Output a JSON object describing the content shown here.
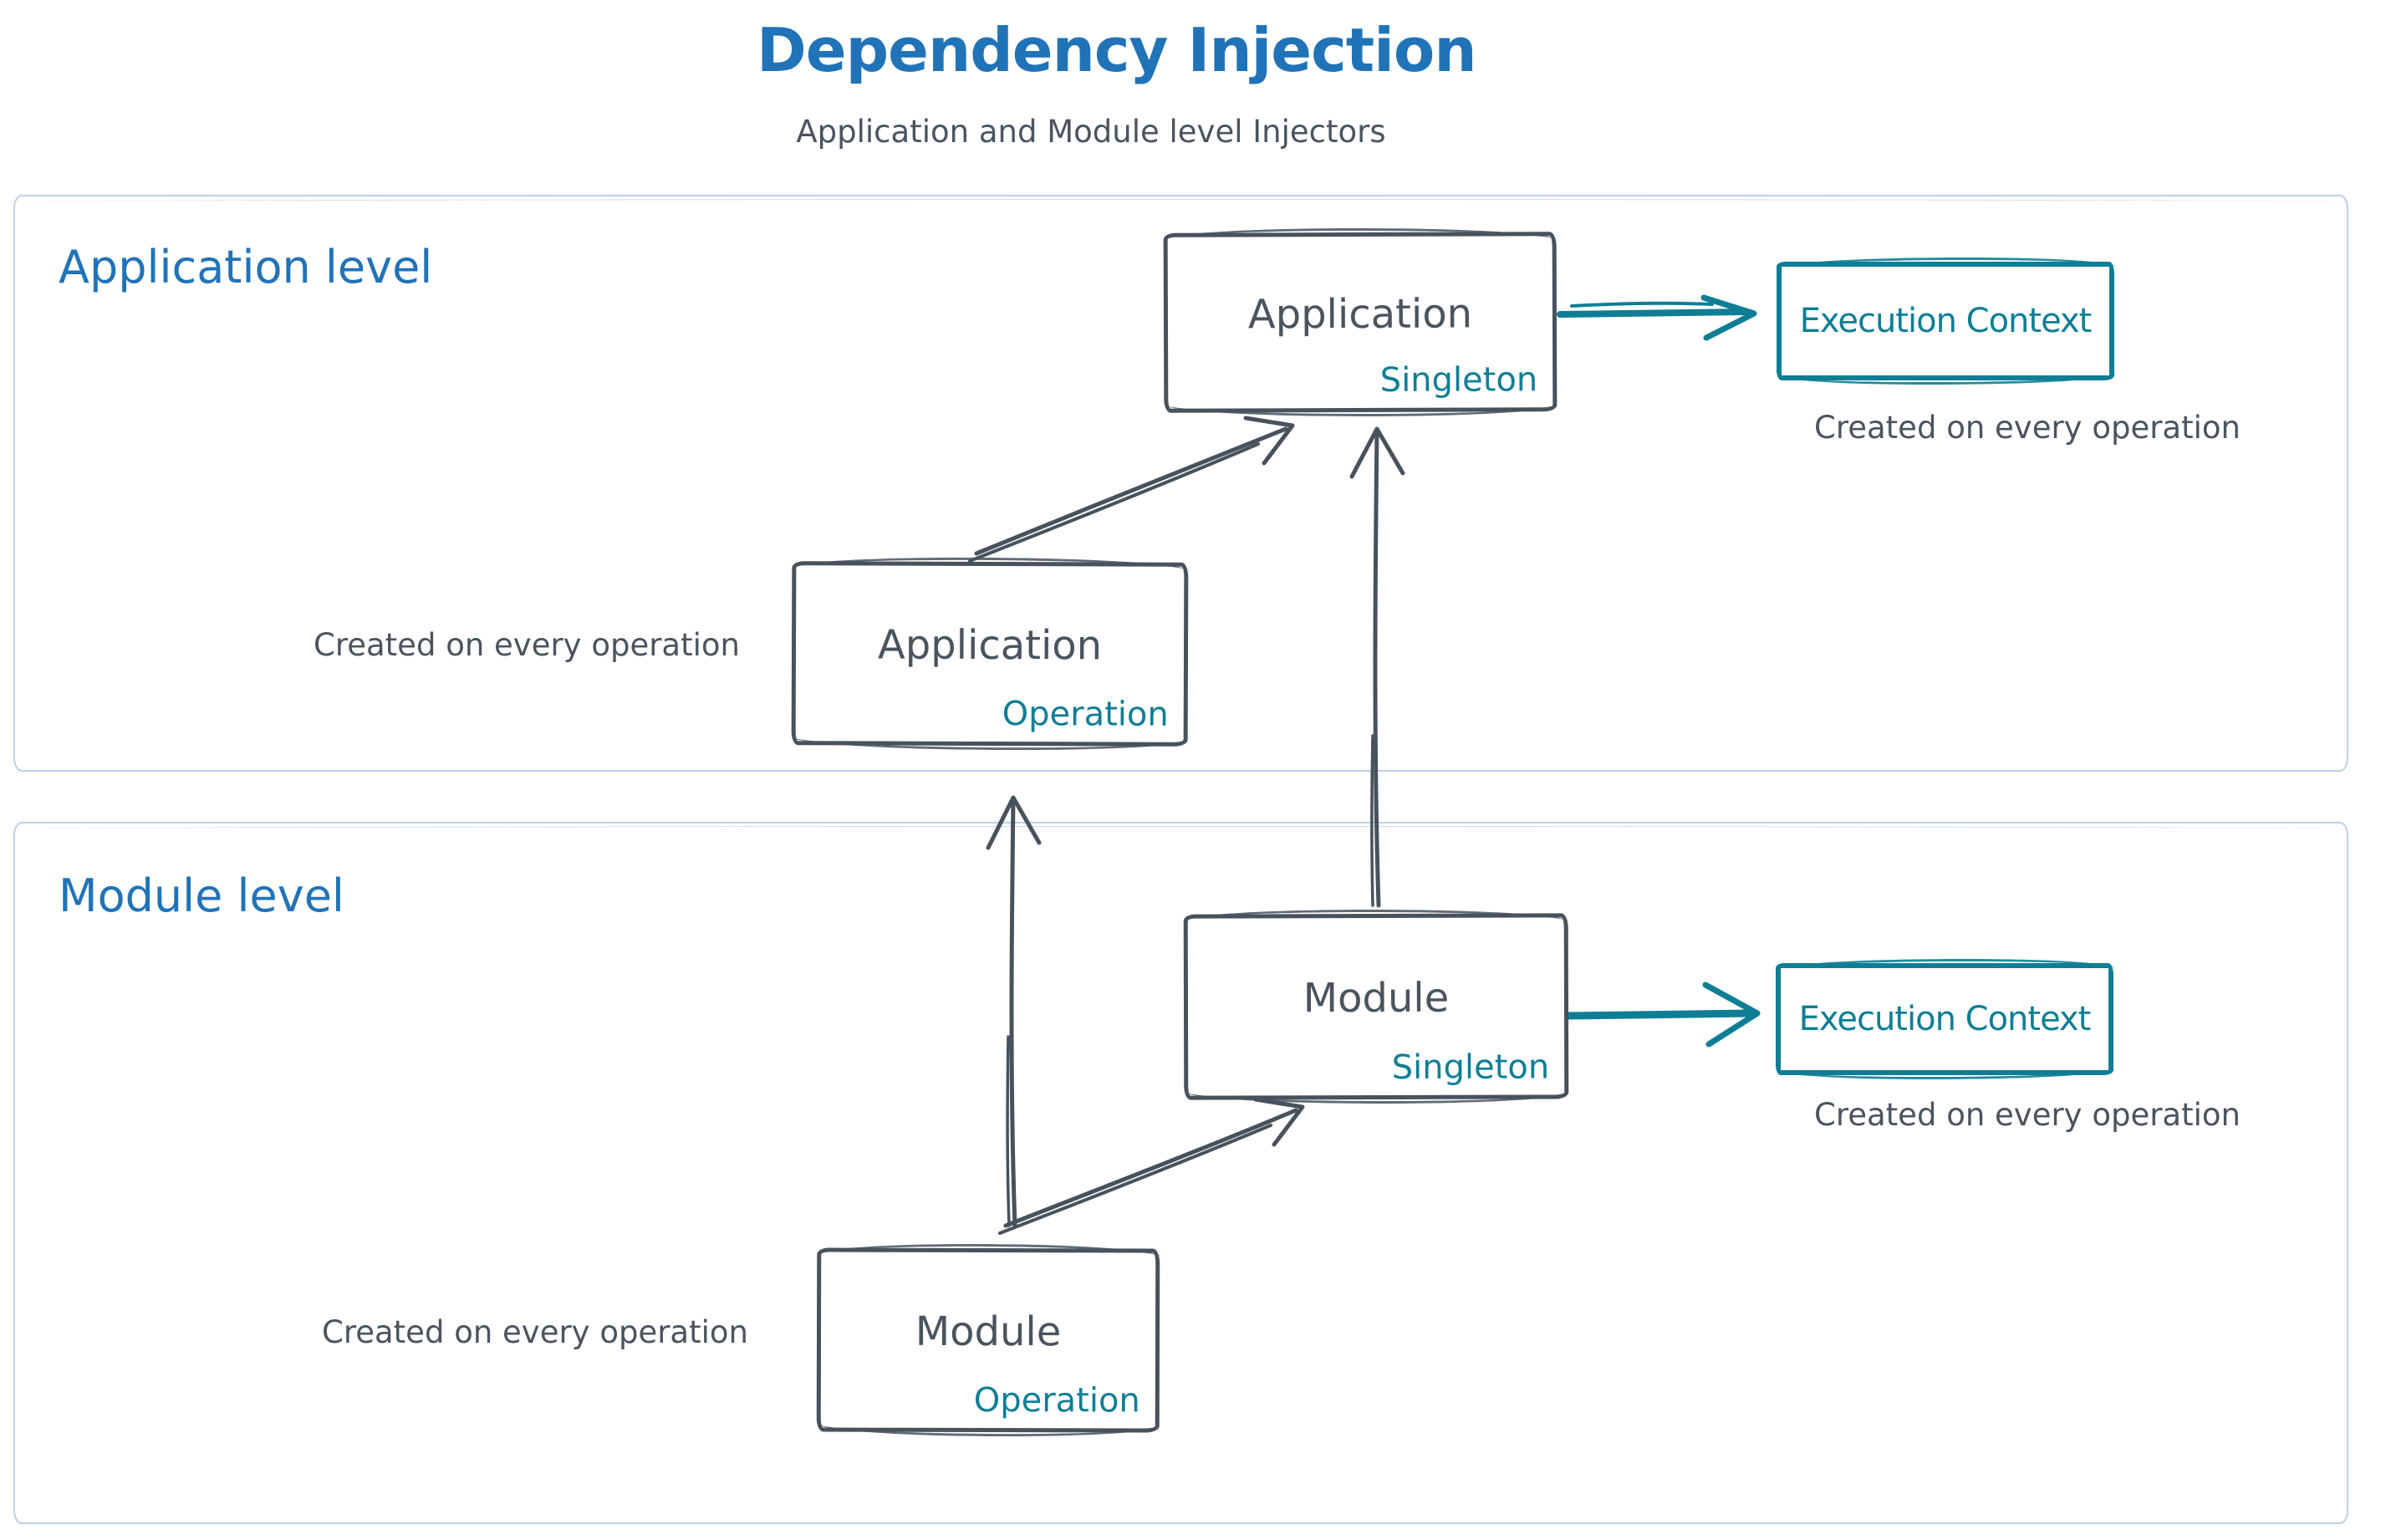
{
  "header": {
    "title": "Dependency Injection",
    "subtitle": "Application and Module level Injectors"
  },
  "colors": {
    "accent_blue": "#2173b8",
    "accent_teal": "#0f7e95",
    "stroke_dark": "#47525d",
    "section_border": "#bdcfe9"
  },
  "sections": {
    "application": {
      "label": "Application level"
    },
    "module": {
      "label": "Module level"
    }
  },
  "boxes": {
    "app_singleton": {
      "title": "Application",
      "subtitle": "Singleton"
    },
    "app_operation": {
      "title": "Application",
      "subtitle": "Operation"
    },
    "module_singleton": {
      "title": "Module",
      "subtitle": "Singleton"
    },
    "module_operation": {
      "title": "Module",
      "subtitle": "Operation"
    },
    "exec_top": {
      "label": "Execution Context"
    },
    "exec_bottom": {
      "label": "Execution Context"
    }
  },
  "annotations": {
    "exec_top_note": "Created on every operation",
    "app_operation_note": "Created on every operation",
    "exec_bottom_note": "Created on every operation",
    "module_operation_note": "Created on every operation"
  }
}
